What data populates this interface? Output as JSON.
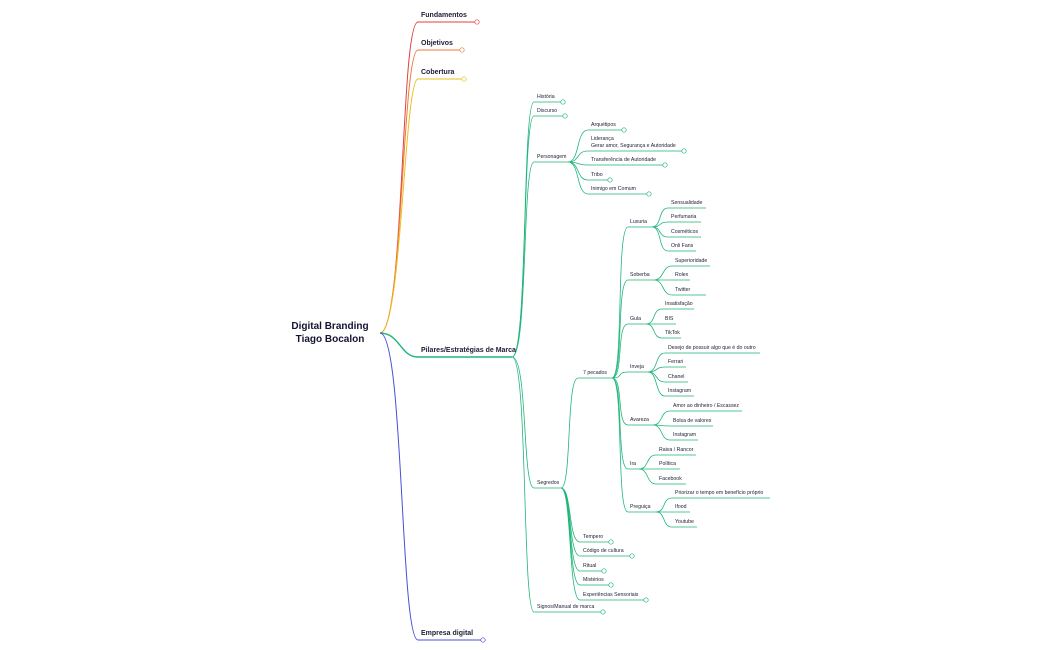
{
  "colors": {
    "fundamentos": "#e0413f",
    "objetivos": "#f0793a",
    "cobertura": "#e8c21a",
    "pilares": "#1fb57a",
    "empresa": "#4451d6",
    "text": "#1d1d35"
  },
  "root": {
    "line1": "Digital Branding",
    "line2": "Tiago Bocalon"
  },
  "branches": {
    "fundamentos": "Fundamentos",
    "objetivos": "Objetivos",
    "cobertura": "Cobertura",
    "pilares": "Pilares/Estratégias de Marca",
    "empresa": "Empresa digital"
  },
  "pilares": {
    "historia": "História",
    "discurso": "Discurso",
    "personagem": {
      "label": "Personagem",
      "items": {
        "arquetipos": "Arquétipos",
        "lideranca1": "Liderança",
        "lideranca2": "Gerar amor, Segurança e Autoridade",
        "transferencia": "Transferência de Autoridade",
        "tribo": "Tribo",
        "inimigo": "Inimigo em Comum"
      }
    },
    "segredos": {
      "label": "Segredos",
      "pecados": {
        "label": "7 pecados",
        "luxuria": {
          "label": "Luxuria",
          "items": [
            "Sensualidade",
            "Perfumaria",
            "Cosméticos",
            "Onli Fans"
          ]
        },
        "soberba": {
          "label": "Soberba",
          "items": [
            "Superioridade",
            "Rolex",
            "Twitter"
          ]
        },
        "gula": {
          "label": "Gula",
          "items": [
            "Insatisfação",
            "BIS",
            "TikTok"
          ]
        },
        "inveja": {
          "label": "Inveja",
          "items": [
            "Desejo de possuir algo que é do outro",
            "Ferrari",
            "Chanel",
            "Instagram"
          ]
        },
        "avareza": {
          "label": "Avareza",
          "items": [
            "Amor ao dinheiro / Escassez",
            "Bolsa de valores",
            "Instagram"
          ]
        },
        "ira": {
          "label": "Ira",
          "items": [
            "Raiva / Rancor",
            "Política",
            "Facebook"
          ]
        },
        "preguica": {
          "label": "Preguiça",
          "items": [
            "Priorizar o tempo em benefício próprio",
            "Ifood",
            "Youtube"
          ]
        }
      },
      "tempero": "Tempero",
      "codigo": "Código de cultura",
      "ritual": "Ritual",
      "misterios": "Mistérios",
      "experiencias": "Experiências Sensoriais"
    },
    "signos": "Signos/Manual de marca"
  }
}
